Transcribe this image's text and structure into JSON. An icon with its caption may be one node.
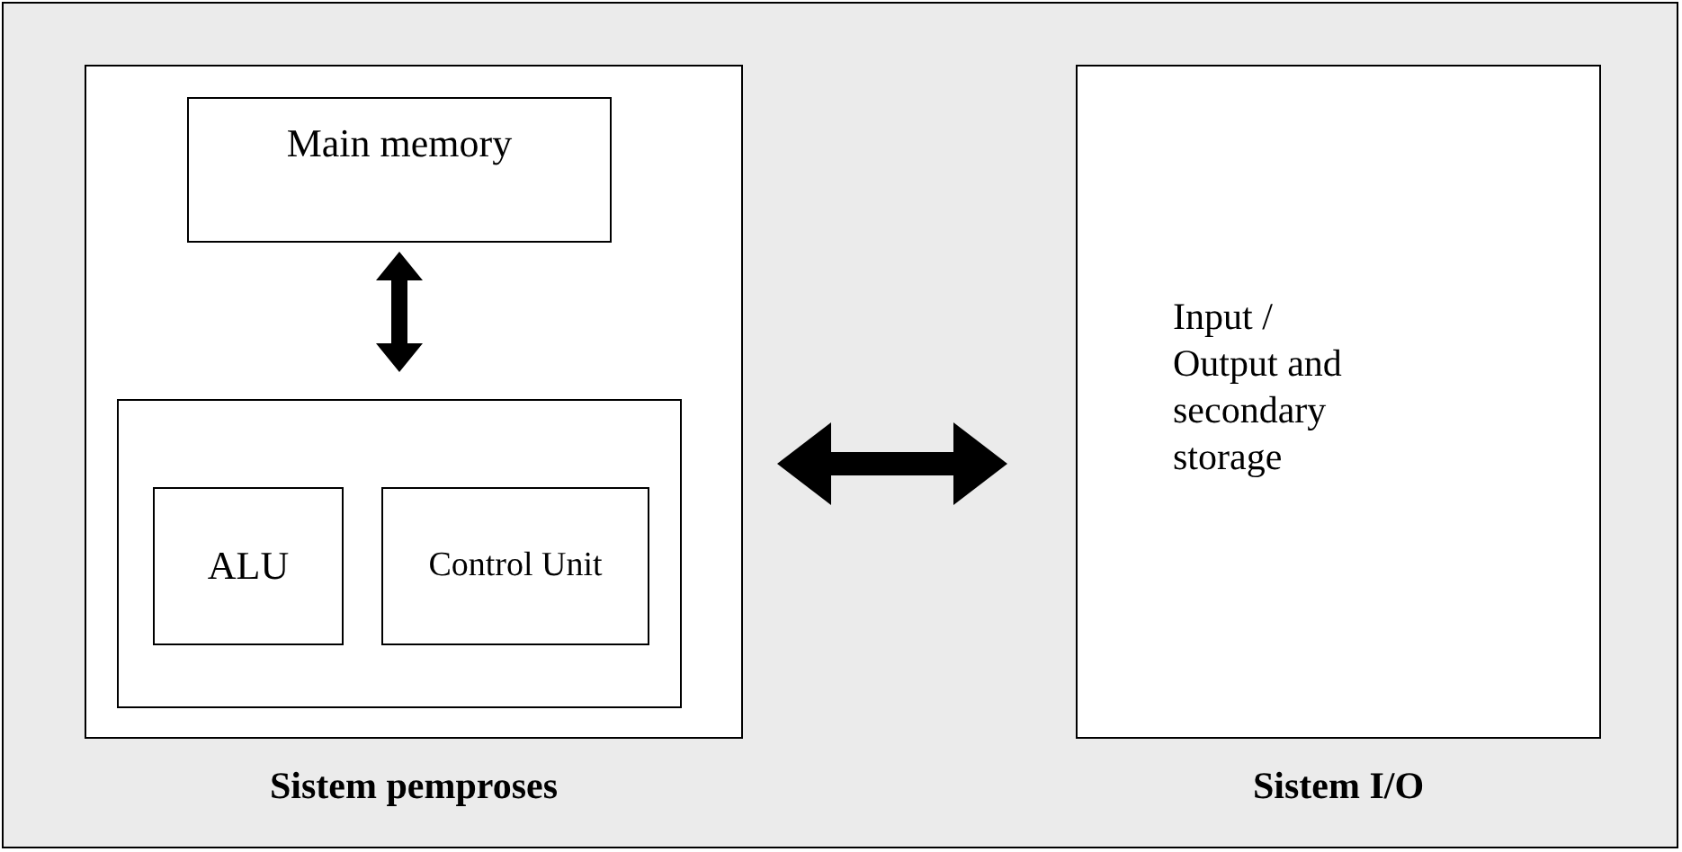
{
  "diagram": {
    "nodes": [
      {
        "text": [
          "Sistem pemproses"
        ]
      },
      {
        "text": [
          "Main memory"
        ],
        "in": 0
      },
      {
        "text": [],
        "shape": "box",
        "in": 0
      },
      {
        "text": [
          "ALU"
        ],
        "in": 2
      },
      {
        "text": [
          "Control Unit"
        ],
        "in": 2
      },
      {
        "text": [
          "Input / Output and secondary storage",
          "Sistem I/O"
        ]
      }
    ],
    "edges": [
      {
        "from": 1,
        "to": 2,
        "arrow": "both"
      },
      {
        "from": 0,
        "to": 5,
        "arrow": "both"
      }
    ]
  }
}
